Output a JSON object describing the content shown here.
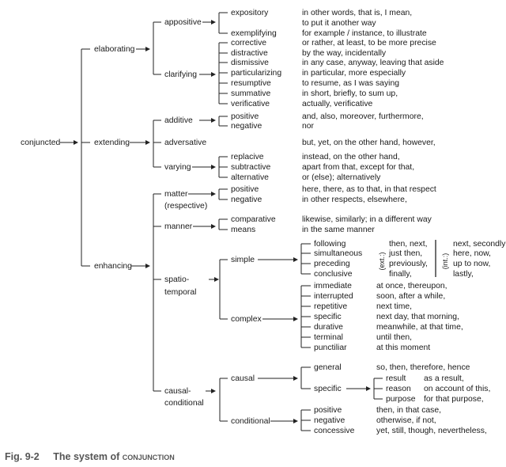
{
  "root": "conjuncted",
  "categories": [
    "elaborating",
    "extending",
    "enhancing"
  ],
  "subcategories": {
    "appositive": "appositive",
    "clarifying": "clarifying",
    "additive": "additive",
    "adversative": "adversative",
    "varying": "varying",
    "matter": "matter",
    "matter_sub": "(respective)",
    "manner": "manner",
    "spatio": "spatio-",
    "temporal": "temporal",
    "causal_cond": "causal-",
    "conditional_label": "conditional",
    "simple": "simple",
    "complex": "complex",
    "causal": "causal",
    "conditional": "conditional"
  },
  "entries": {
    "expository": {
      "label": "expository",
      "text": "in other words, that is, I mean,",
      "text2": "to put it another way"
    },
    "exemplifying": {
      "label": "exemplifying",
      "text": "for example / instance, to illustrate"
    },
    "corrective": {
      "label": "corrective",
      "text": "or rather, at least, to be more precise"
    },
    "distractive": {
      "label": "distractive",
      "text": "by the way, incidentally"
    },
    "dismissive": {
      "label": "dismissive",
      "text": "in any case, anyway, leaving that aside"
    },
    "particularizing": {
      "label": "particularizing",
      "text": "in particular, more especially"
    },
    "resumptive": {
      "label": "resumptive",
      "text": "to resume, as I was saying"
    },
    "summative": {
      "label": "summative",
      "text": "in short, briefly, to sum up,"
    },
    "verificative": {
      "label": "verificative",
      "text": "actually, verificative"
    },
    "positive_add": {
      "label": "positive",
      "text": "and, also, moreover, furthermore,"
    },
    "negative_add": {
      "label": "negative",
      "text": "nor"
    },
    "adversative": {
      "text": "but, yet, on the other hand, however,"
    },
    "replacive": {
      "label": "replacive",
      "text": "instead, on the other hand,"
    },
    "subtractive": {
      "label": "subtractive",
      "text": "apart from that, except for that,"
    },
    "alternative": {
      "label": "alternative",
      "text": "or (else); alternatively"
    },
    "positive_mat": {
      "label": "positive",
      "text": "here, there, as to that, in that respect"
    },
    "negative_mat": {
      "label": "negative",
      "text": "in other respects, elsewhere,"
    },
    "comparative": {
      "label": "comparative",
      "text": "likewise, similarly; in a different way"
    },
    "means": {
      "label": "means",
      "text": "in the same manner"
    },
    "following": {
      "label": "following",
      "ext": "then, next,",
      "int": "next, secondly"
    },
    "simultaneous": {
      "label": "simultaneous",
      "ext": "just then,",
      "int": "here, now,"
    },
    "preceding": {
      "label": "preceding",
      "ext": "previously,",
      "int": "up to now,"
    },
    "conclusive": {
      "label": "conclusive",
      "ext": "finally,",
      "int": "lastly,"
    },
    "immediate": {
      "label": "immediate",
      "text": "at once, thereupon,"
    },
    "interrupted": {
      "label": "interrupted",
      "text": "soon, after a while,"
    },
    "repetitive": {
      "label": "repetitive",
      "text": "next time,"
    },
    "specific_t": {
      "label": "specific",
      "text": "next day, that morning,"
    },
    "durative": {
      "label": "durative",
      "text": "meanwhile, at that time,"
    },
    "terminal": {
      "label": "terminal",
      "text": "until then,"
    },
    "punctiliar": {
      "label": "punctiliar",
      "text": "at this moment"
    },
    "general": {
      "label": "general",
      "text": "so, then, therefore, hence"
    },
    "specific_c": {
      "label": "specific"
    },
    "result": {
      "label": "result",
      "text": "as a result,"
    },
    "reason": {
      "label": "reason",
      "text": "on account of this,"
    },
    "purpose": {
      "label": "purpose",
      "text": "for that purpose,"
    },
    "positive_cond": {
      "label": "positive",
      "text": "then, in that case,"
    },
    "negative_cond": {
      "label": "negative",
      "text": "otherwise, if not,"
    },
    "concessive": {
      "label": "concessive",
      "text": "yet, still, though, nevertheless,"
    }
  },
  "ext_label": "(ext.:)",
  "int_label": "(int.:)",
  "caption": {
    "fig": "Fig. 9-2",
    "text": "The system of",
    "term": "conjunction"
  }
}
